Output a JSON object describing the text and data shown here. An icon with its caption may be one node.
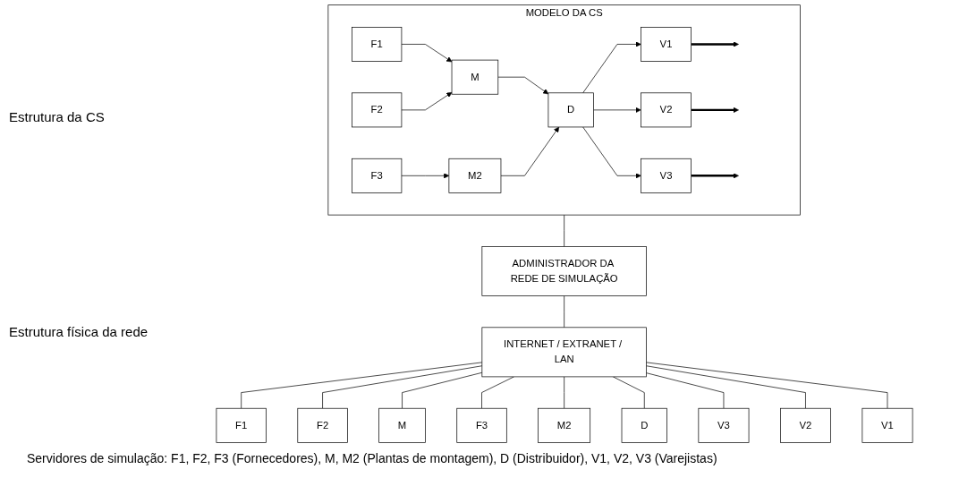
{
  "diagram": {
    "nodes": [
      {
        "text": [
          "MODELO DA CS"
        ]
      },
      {
        "text": [
          "F1"
        ],
        "in": 0
      },
      {
        "text": [
          "M"
        ],
        "in": 0
      },
      {
        "text": [
          "F2"
        ],
        "in": 0
      },
      {
        "text": [
          "F3"
        ],
        "in": 0
      },
      {
        "text": [
          "M2"
        ],
        "in": 0
      },
      {
        "text": [
          "D"
        ],
        "in": 0
      },
      {
        "text": [
          "V1"
        ],
        "in": 0
      },
      {
        "text": [
          "V2"
        ],
        "in": 0
      },
      {
        "text": [
          "V3"
        ],
        "in": 0
      },
      {
        "text": [
          "ADMINISTRADOR DA REDE DE SIMULAÇÃO"
        ]
      },
      {
        "text": [
          "INTERNET / EXTRANET / LAN"
        ]
      },
      {
        "text": [
          "F1"
        ]
      },
      {
        "text": [
          "F2"
        ]
      },
      {
        "text": [
          "M"
        ]
      },
      {
        "text": [
          "F3"
        ]
      },
      {
        "text": [
          "M2"
        ]
      },
      {
        "text": [
          "D"
        ]
      },
      {
        "text": [
          "V3"
        ]
      },
      {
        "text": [
          "V2"
        ]
      },
      {
        "text": [
          "V1"
        ]
      }
    ],
    "edges": [
      {
        "from": 1,
        "to": 2,
        "arrow": "to"
      },
      {
        "from": 3,
        "to": 2,
        "arrow": "to"
      },
      {
        "from": 4,
        "to": 5,
        "arrow": "to"
      },
      {
        "from": 2,
        "to": 6,
        "arrow": "to"
      },
      {
        "from": 5,
        "to": 6,
        "arrow": "to"
      },
      {
        "from": 6,
        "to": 7,
        "arrow": "to"
      },
      {
        "from": 6,
        "to": 8,
        "arrow": "to"
      },
      {
        "from": 6,
        "to": 9,
        "arrow": "to"
      },
      {
        "from": 7,
        "to": null,
        "arrow": "to",
        "style": "thick"
      },
      {
        "from": 8,
        "to": null,
        "arrow": "to",
        "style": "thick"
      },
      {
        "from": 9,
        "to": null,
        "arrow": "to",
        "style": "thick"
      },
      {
        "from": 0,
        "to": 10,
        "arrow": "none"
      },
      {
        "from": 10,
        "to": 11,
        "arrow": "none"
      },
      {
        "from": 11,
        "to": 12,
        "arrow": "none"
      },
      {
        "from": 11,
        "to": 13,
        "arrow": "none"
      },
      {
        "from": 11,
        "to": 14,
        "arrow": "none"
      },
      {
        "from": 11,
        "to": 15,
        "arrow": "none"
      },
      {
        "from": 11,
        "to": 16,
        "arrow": "none"
      },
      {
        "from": 11,
        "to": 17,
        "arrow": "none"
      },
      {
        "from": 11,
        "to": 18,
        "arrow": "none"
      },
      {
        "from": 11,
        "to": 19,
        "arrow": "none"
      },
      {
        "from": 11,
        "to": 20,
        "arrow": "none"
      }
    ],
    "labels": [
      "Estrutura da CS",
      "Estrutura física da rede",
      "Servidores de simulação: F1, F2, F3 (Fornecedores), M, M2 (Plantas de montagem), D (Distribuidor), V1, V2, V3 (Varejistas)"
    ]
  }
}
